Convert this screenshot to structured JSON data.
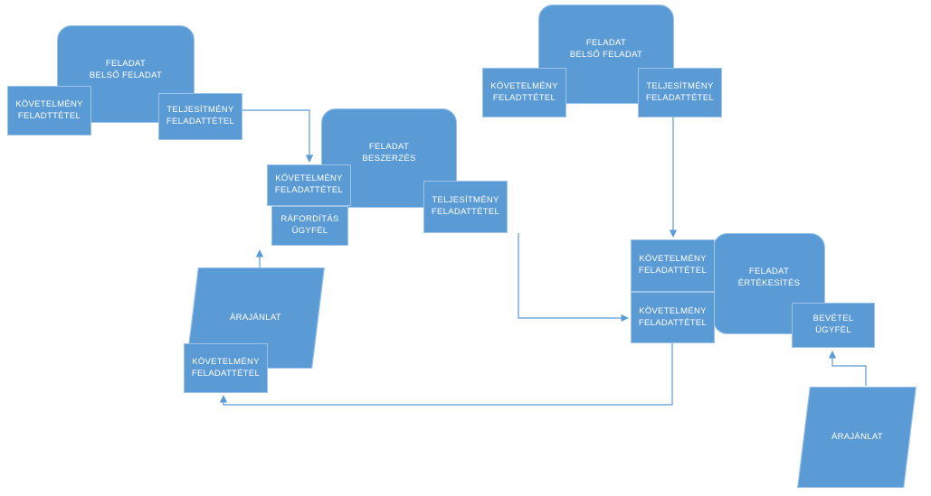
{
  "diagram": {
    "background": "#ffffff",
    "colors": {
      "shape_fill": "#5b9bd5",
      "shape_border": "#9dc3e6",
      "connector": "#5b9bd5",
      "label_text": "#ffffff"
    },
    "nodes": {
      "task_internal_left": "FELADAT\nBELSŐ FELADAT",
      "req_internal_left": "KÖVETELMÉNY\nFELADTTÉTEL",
      "perf_internal_left": "TELJESÍTMÉNY\nFELADATTÉTEL",
      "task_procurement": "FELADAT\nBESZERZÉS",
      "req_procurement": "KÖVETELMÉNY\nFELADATTÉTEL",
      "expense_customer": "RÁFORDÍTÁS\nÜGYFÉL",
      "perf_procurement": "TELJESÍTMÉNY\nFELADATTÉTEL",
      "quote_left": "ÁRAJÁNLAT",
      "req_quote_left": "KÖVETELMÉNY\nFELADATTÉTEL",
      "task_internal_right": "FELADAT\nBELSŐ FELADAT",
      "req_internal_right": "KÖVETELMÉNY\nFELADTTÉTEL",
      "perf_internal_right": "TELJESÍTMÉNY\nFELADATTÉTEL",
      "task_sales": "FELADAT\nÉRTÉKESÍTÉS",
      "req_sales_top": "KÖVETELMÉNY\nFELADATTÉTEL",
      "req_sales_bottom": "KÖVETELMÉNY\nFELADATTÉTEL",
      "revenue_customer": "BEVÉTEL\nÜGYFÉL",
      "quote_right": "ÁRAJÁNLAT"
    }
  }
}
